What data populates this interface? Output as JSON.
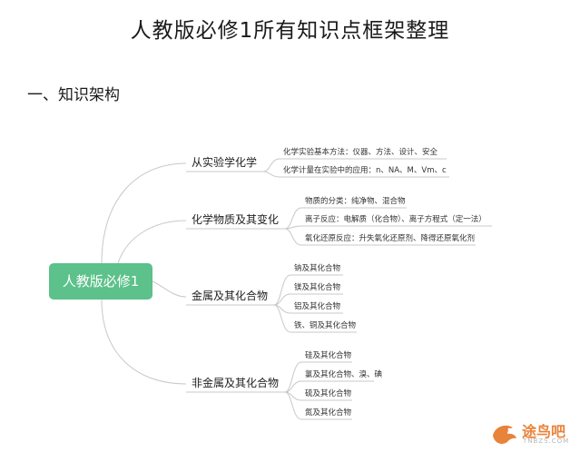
{
  "title": "人教版必修1所有知识点框架整理",
  "section_heading": "一、知识架构",
  "root": "人教版必修1",
  "branches": [
    {
      "label": "从实验学化学",
      "leaves": [
        "化学实验基本方法：仪器、方法、设计、安全",
        "化学计量在实验中的应用：n、NA、M、Vm、c"
      ]
    },
    {
      "label": "化学物质及其变化",
      "leaves": [
        "物质的分类：纯净物、混合物",
        "离子反应：电解质（化合物）、离子方程式（定一法）",
        "氧化还原反应：升失氧化还原剂、降得还原氧化剂"
      ]
    },
    {
      "label": "金属及其化合物",
      "leaves": [
        "钠及其化合物",
        "镁及其化合物",
        "铝及其化合物",
        "铁、铜及其化合物"
      ]
    },
    {
      "label": "非金属及其化合物",
      "leaves": [
        "硅及其化合物",
        "氯及其化合物、溴、碘",
        "硫及其化合物",
        "氮及其化合物"
      ]
    }
  ],
  "watermark": {
    "text": "途鸟吧",
    "sub": "TNBZS.COM"
  },
  "colors": {
    "root_bg": "#5cc18a",
    "line": "#c8c8c8",
    "watermark": "#e8833a"
  }
}
